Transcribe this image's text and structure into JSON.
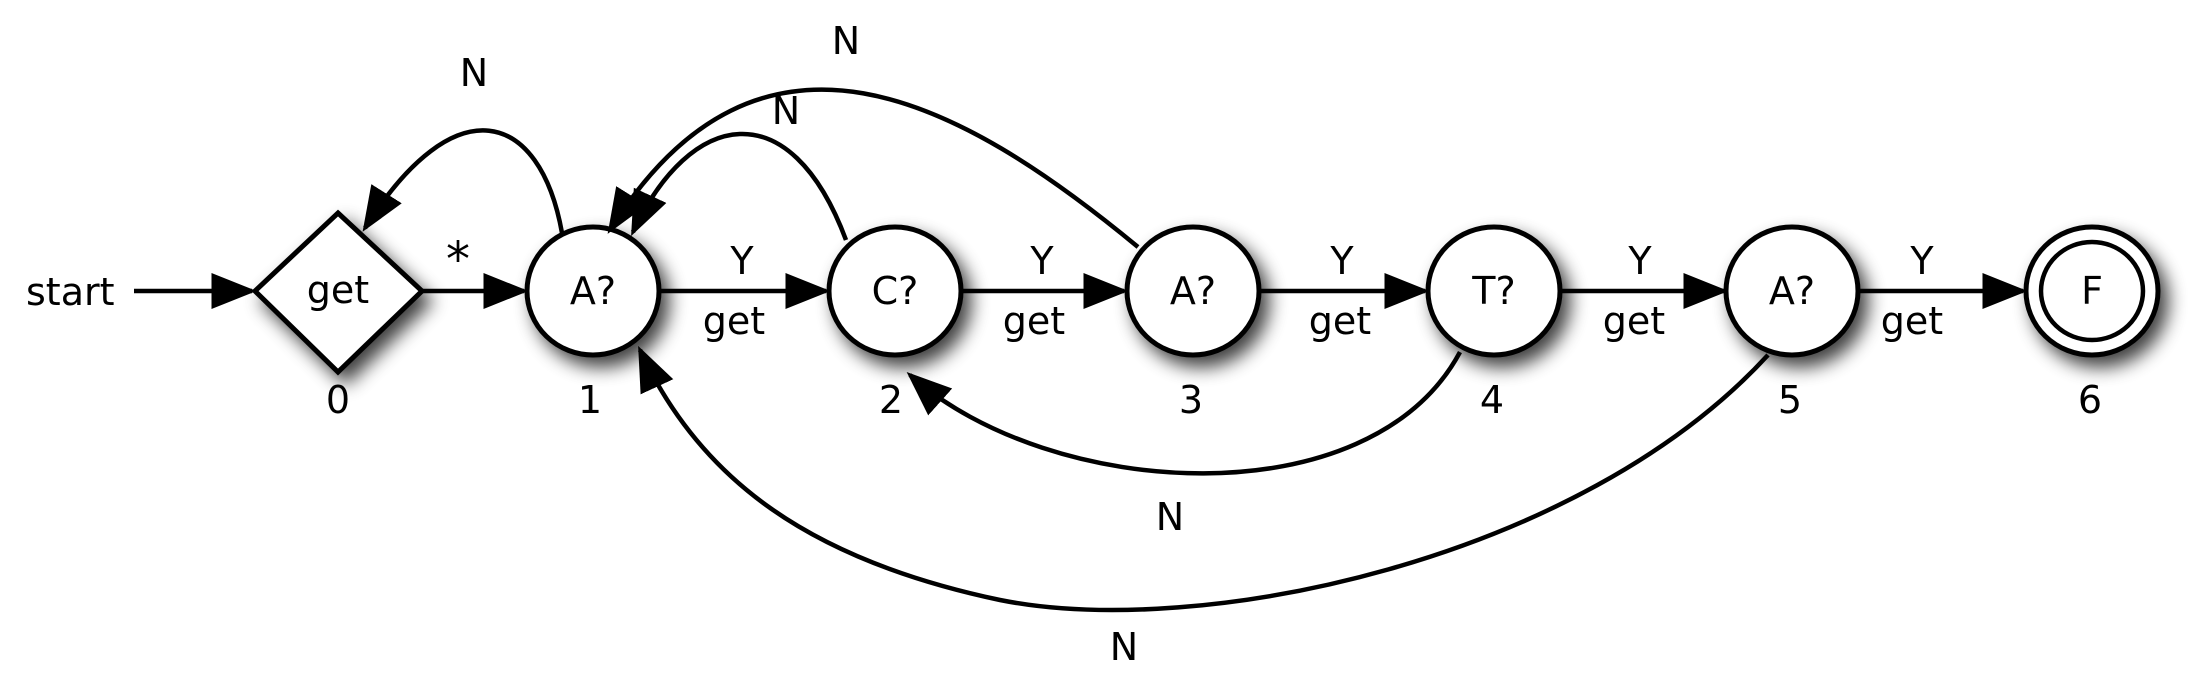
{
  "diagram": {
    "type": "finite-state-machine",
    "start_label": "start",
    "nodes": [
      {
        "id": 0,
        "label": "get",
        "shape": "diamond",
        "index": "0"
      },
      {
        "id": 1,
        "label": "A?",
        "shape": "circle",
        "index": "1"
      },
      {
        "id": 2,
        "label": "C?",
        "shape": "circle",
        "index": "2"
      },
      {
        "id": 3,
        "label": "A?",
        "shape": "circle",
        "index": "3"
      },
      {
        "id": 4,
        "label": "T?",
        "shape": "circle",
        "index": "4"
      },
      {
        "id": 5,
        "label": "A?",
        "shape": "circle",
        "index": "5"
      },
      {
        "id": 6,
        "label": "F",
        "shape": "double-circle",
        "index": "6"
      }
    ],
    "edges": [
      {
        "from": "start",
        "to": 0,
        "label": ""
      },
      {
        "from": 0,
        "to": 1,
        "label": "*"
      },
      {
        "from": 1,
        "to": 0,
        "label": "N"
      },
      {
        "from": 1,
        "to": 2,
        "label": "Y",
        "sublabel": "get"
      },
      {
        "from": 2,
        "to": 3,
        "label": "Y",
        "sublabel": "get"
      },
      {
        "from": 3,
        "to": 4,
        "label": "Y",
        "sublabel": "get"
      },
      {
        "from": 4,
        "to": 5,
        "label": "Y",
        "sublabel": "get"
      },
      {
        "from": 5,
        "to": 6,
        "label": "Y",
        "sublabel": "get"
      },
      {
        "from": 2,
        "to": 1,
        "label": "N"
      },
      {
        "from": 3,
        "to": 1,
        "label": "N"
      },
      {
        "from": 4,
        "to": 2,
        "label": "N"
      },
      {
        "from": 5,
        "to": 1,
        "label": "N"
      }
    ]
  }
}
